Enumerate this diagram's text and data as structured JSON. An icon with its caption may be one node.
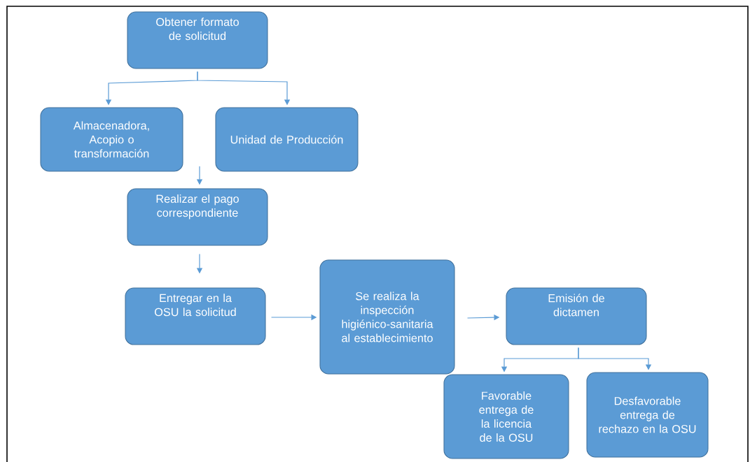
{
  "diagram": {
    "nodes": [
      {
        "text": [
          "Obtener formato de solicitud"
        ]
      },
      {
        "text": [
          "Almacenadora, Acopio o transformación"
        ]
      },
      {
        "text": [
          "Unidad de Producción"
        ]
      },
      {
        "text": [
          "Realizar el pago correspondiente"
        ]
      },
      {
        "text": [
          "Entregar en la OSU la solicitud"
        ]
      },
      {
        "text": [
          "Se realiza la inspección higiénico-sanitaria al establecimiento"
        ]
      },
      {
        "text": [
          "Emisión de dictamen"
        ]
      },
      {
        "text": [
          "Favorable entrega de la licencia de la OSU"
        ]
      },
      {
        "text": [
          "Desfavorable entrega de rechazo en la OSU"
        ]
      }
    ],
    "edges": [
      {
        "from": 0,
        "to": 1,
        "arrow": "to"
      },
      {
        "from": 0,
        "to": 2,
        "arrow": "to"
      },
      {
        "from": null,
        "to": 3,
        "arrow": "to"
      },
      {
        "from": 3,
        "to": 4,
        "arrow": "to"
      },
      {
        "from": 4,
        "to": 5,
        "arrow": "to"
      },
      {
        "from": 5,
        "to": 6,
        "arrow": "to"
      },
      {
        "from": 6,
        "to": 7,
        "arrow": "to"
      },
      {
        "from": 6,
        "to": 8,
        "arrow": "to"
      }
    ]
  }
}
